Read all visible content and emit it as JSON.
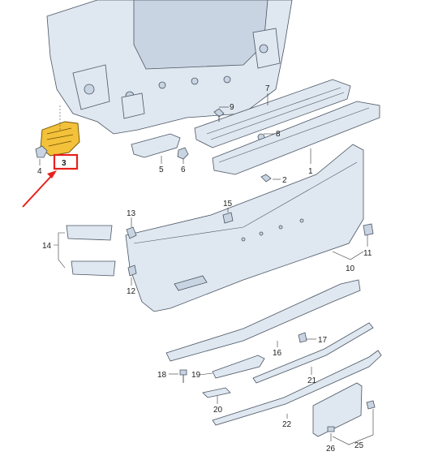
{
  "diagram": {
    "callouts": [
      {
        "id": "c1",
        "label": "1"
      },
      {
        "id": "c2",
        "label": "2"
      },
      {
        "id": "c3",
        "label": "3"
      },
      {
        "id": "c4",
        "label": "4"
      },
      {
        "id": "c5",
        "label": "5"
      },
      {
        "id": "c6",
        "label": "6"
      },
      {
        "id": "c7",
        "label": "7"
      },
      {
        "id": "c8",
        "label": "8"
      },
      {
        "id": "c9",
        "label": "9"
      },
      {
        "id": "c10",
        "label": "10"
      },
      {
        "id": "c11",
        "label": "11"
      },
      {
        "id": "c12",
        "label": "12"
      },
      {
        "id": "c13",
        "label": "13"
      },
      {
        "id": "c14",
        "label": "14"
      },
      {
        "id": "c15",
        "label": "15"
      },
      {
        "id": "c16",
        "label": "16"
      },
      {
        "id": "c17",
        "label": "17"
      },
      {
        "id": "c18",
        "label": "18"
      },
      {
        "id": "c19",
        "label": "19"
      },
      {
        "id": "c20",
        "label": "20"
      },
      {
        "id": "c21",
        "label": "21"
      },
      {
        "id": "c22",
        "label": "22"
      },
      {
        "id": "c25",
        "label": "25"
      },
      {
        "id": "c26",
        "label": "26"
      }
    ],
    "highlight": {
      "part_label": "3",
      "box_color": "#e8201b",
      "arrow_color": "#e8201b",
      "part_color": "#f3c13a"
    }
  }
}
